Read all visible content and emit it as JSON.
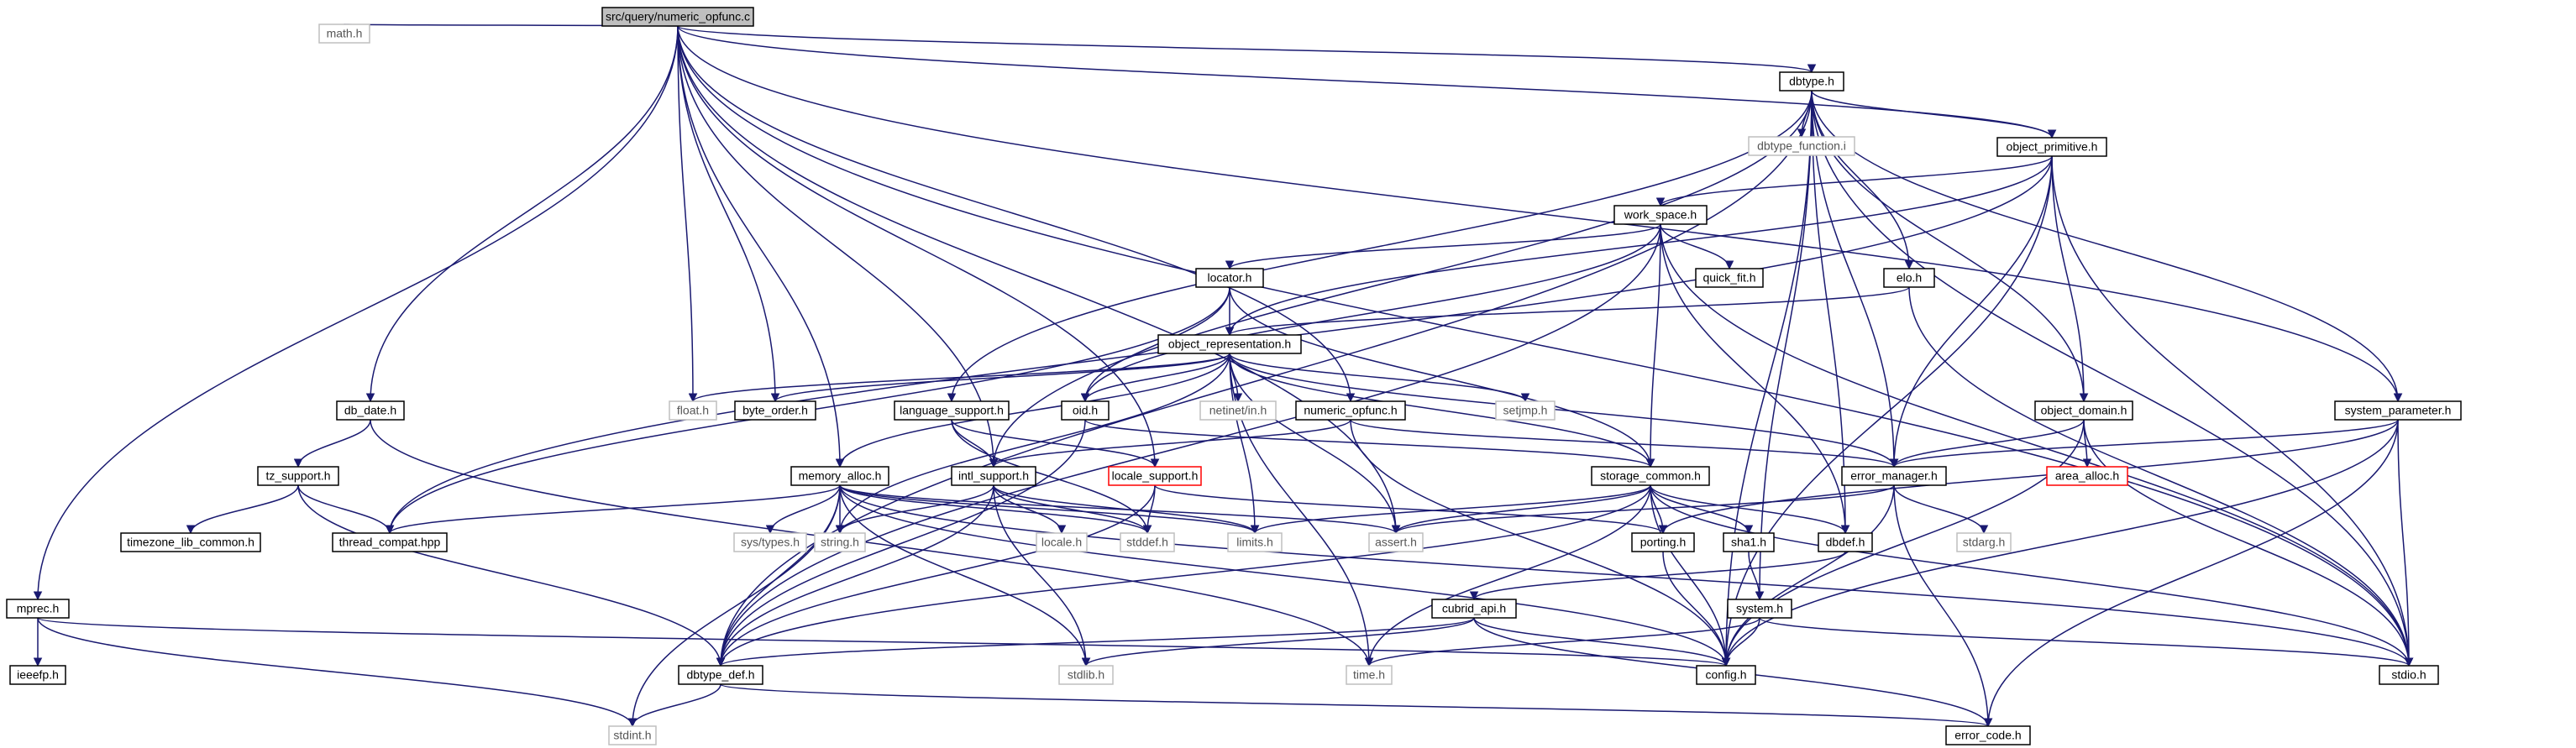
{
  "nodes": [
    {
      "id": "root",
      "label": "src/query/numeric_opfunc.c",
      "kind": "root"
    },
    {
      "id": "math",
      "label": "math.h",
      "kind": "sys"
    },
    {
      "id": "dbtype",
      "label": "dbtype.h",
      "kind": "local"
    },
    {
      "id": "dbtype_function",
      "label": "dbtype_function.i",
      "kind": "sys"
    },
    {
      "id": "object_primitive",
      "label": "object_primitive.h",
      "kind": "local"
    },
    {
      "id": "work_space",
      "label": "work_space.h",
      "kind": "local"
    },
    {
      "id": "quick_fit",
      "label": "quick_fit.h",
      "kind": "local"
    },
    {
      "id": "locator",
      "label": "locator.h",
      "kind": "local"
    },
    {
      "id": "elo",
      "label": "elo.h",
      "kind": "local"
    },
    {
      "id": "object_representation",
      "label": "object_representation.h",
      "kind": "local"
    },
    {
      "id": "db_date",
      "label": "db_date.h",
      "kind": "local"
    },
    {
      "id": "float",
      "label": "float.h",
      "kind": "sys"
    },
    {
      "id": "byte_order",
      "label": "byte_order.h",
      "kind": "local"
    },
    {
      "id": "language_support",
      "label": "language_support.h",
      "kind": "local"
    },
    {
      "id": "oid",
      "label": "oid.h",
      "kind": "local"
    },
    {
      "id": "netinet_in",
      "label": "netinet/in.h",
      "kind": "sys"
    },
    {
      "id": "setjmp",
      "label": "setjmp.h",
      "kind": "sys"
    },
    {
      "id": "numeric_opfunc",
      "label": "numeric_opfunc.h",
      "kind": "local"
    },
    {
      "id": "object_domain",
      "label": "object_domain.h",
      "kind": "local"
    },
    {
      "id": "system_parameter",
      "label": "system_parameter.h",
      "kind": "local"
    },
    {
      "id": "tz_support",
      "label": "tz_support.h",
      "kind": "local"
    },
    {
      "id": "memory_alloc",
      "label": "memory_alloc.h",
      "kind": "local"
    },
    {
      "id": "intl_support",
      "label": "intl_support.h",
      "kind": "local"
    },
    {
      "id": "locale_support",
      "label": "locale_support.h",
      "kind": "trunc"
    },
    {
      "id": "storage_common",
      "label": "storage_common.h",
      "kind": "local"
    },
    {
      "id": "error_manager",
      "label": "error_manager.h",
      "kind": "local"
    },
    {
      "id": "area_alloc",
      "label": "area_alloc.h",
      "kind": "trunc"
    },
    {
      "id": "timezone_lib_common",
      "label": "timezone_lib_common.h",
      "kind": "local"
    },
    {
      "id": "thread_compat",
      "label": "thread_compat.hpp",
      "kind": "local"
    },
    {
      "id": "sys_types",
      "label": "sys/types.h",
      "kind": "sys"
    },
    {
      "id": "string",
      "label": "string.h",
      "kind": "sys"
    },
    {
      "id": "locale",
      "label": "locale.h",
      "kind": "sys"
    },
    {
      "id": "stddef",
      "label": "stddef.h",
      "kind": "sys"
    },
    {
      "id": "limits",
      "label": "limits.h",
      "kind": "sys"
    },
    {
      "id": "assert",
      "label": "assert.h",
      "kind": "sys"
    },
    {
      "id": "porting",
      "label": "porting.h",
      "kind": "local"
    },
    {
      "id": "sha1",
      "label": "sha1.h",
      "kind": "local"
    },
    {
      "id": "dbdef",
      "label": "dbdef.h",
      "kind": "local"
    },
    {
      "id": "stdarg",
      "label": "stdarg.h",
      "kind": "sys"
    },
    {
      "id": "mprec",
      "label": "mprec.h",
      "kind": "local"
    },
    {
      "id": "ieeefp",
      "label": "ieeefp.h",
      "kind": "local"
    },
    {
      "id": "cubrid_api",
      "label": "cubrid_api.h",
      "kind": "local"
    },
    {
      "id": "system",
      "label": "system.h",
      "kind": "local"
    },
    {
      "id": "dbtype_def",
      "label": "dbtype_def.h",
      "kind": "local"
    },
    {
      "id": "stdlib",
      "label": "stdlib.h",
      "kind": "sys"
    },
    {
      "id": "time",
      "label": "time.h",
      "kind": "sys"
    },
    {
      "id": "config",
      "label": "config.h",
      "kind": "local"
    },
    {
      "id": "stdio",
      "label": "stdio.h",
      "kind": "local"
    },
    {
      "id": "stdint",
      "label": "stdint.h",
      "kind": "sys"
    },
    {
      "id": "error_code",
      "label": "error_code.h",
      "kind": "local"
    }
  ],
  "edges": [
    [
      "root",
      "math"
    ],
    [
      "root",
      "dbtype"
    ],
    [
      "root",
      "object_primitive"
    ],
    [
      "root",
      "db_date"
    ],
    [
      "root",
      "float"
    ],
    [
      "root",
      "byte_order"
    ],
    [
      "root",
      "memory_alloc"
    ],
    [
      "root",
      "intl_support"
    ],
    [
      "root",
      "numeric_opfunc"
    ],
    [
      "root",
      "assert"
    ],
    [
      "root",
      "system_parameter"
    ],
    [
      "root",
      "stdio"
    ],
    [
      "root",
      "mprec"
    ],
    [
      "root",
      "locale_support"
    ],
    [
      "dbtype",
      "dbtype_function"
    ],
    [
      "dbtype",
      "object_primitive"
    ],
    [
      "dbtype",
      "elo"
    ],
    [
      "dbtype",
      "object_domain"
    ],
    [
      "dbtype",
      "language_support"
    ],
    [
      "dbtype",
      "system_parameter"
    ],
    [
      "dbtype",
      "error_manager"
    ],
    [
      "dbtype",
      "dbdef"
    ],
    [
      "dbtype",
      "dbtype_def"
    ],
    [
      "dbtype",
      "config"
    ],
    [
      "dbtype",
      "system"
    ],
    [
      "dbtype",
      "stdio"
    ],
    [
      "dbtype",
      "intl_support"
    ],
    [
      "object_primitive",
      "work_space"
    ],
    [
      "object_primitive",
      "object_domain"
    ],
    [
      "object_primitive",
      "error_manager"
    ],
    [
      "object_primitive",
      "object_representation"
    ],
    [
      "object_primitive",
      "thread_compat"
    ],
    [
      "object_primitive",
      "config"
    ],
    [
      "object_primitive",
      "stdio"
    ],
    [
      "work_space",
      "locator"
    ],
    [
      "work_space",
      "quick_fit"
    ],
    [
      "work_space",
      "oid"
    ],
    [
      "work_space",
      "storage_common"
    ],
    [
      "work_space",
      "dbdef"
    ],
    [
      "work_space",
      "stdio"
    ],
    [
      "work_space",
      "dbtype_def"
    ],
    [
      "locator",
      "object_representation"
    ],
    [
      "locator",
      "oid"
    ],
    [
      "locator",
      "storage_common"
    ],
    [
      "locator",
      "thread_compat"
    ],
    [
      "elo",
      "object_representation"
    ],
    [
      "elo",
      "stdio"
    ],
    [
      "object_representation",
      "float"
    ],
    [
      "object_representation",
      "byte_order"
    ],
    [
      "object_representation",
      "oid"
    ],
    [
      "object_representation",
      "netinet_in"
    ],
    [
      "object_representation",
      "setjmp"
    ],
    [
      "object_representation",
      "storage_common"
    ],
    [
      "object_representation",
      "error_manager"
    ],
    [
      "object_representation",
      "memory_alloc"
    ],
    [
      "object_representation",
      "limits"
    ],
    [
      "object_representation",
      "assert"
    ],
    [
      "object_representation",
      "time"
    ],
    [
      "object_representation",
      "string"
    ],
    [
      "language_support",
      "intl_support"
    ],
    [
      "language_support",
      "locale_support"
    ],
    [
      "language_support",
      "stddef"
    ],
    [
      "oid",
      "storage_common"
    ],
    [
      "oid",
      "dbtype_def"
    ],
    [
      "numeric_opfunc",
      "intl_support"
    ],
    [
      "numeric_opfunc",
      "error_manager"
    ],
    [
      "numeric_opfunc",
      "config"
    ],
    [
      "object_domain",
      "error_manager"
    ],
    [
      "object_domain",
      "area_alloc"
    ],
    [
      "object_domain",
      "stdio"
    ],
    [
      "object_domain",
      "config"
    ],
    [
      "system_parameter",
      "error_manager"
    ],
    [
      "system_parameter",
      "porting"
    ],
    [
      "system_parameter",
      "config"
    ],
    [
      "system_parameter",
      "stdio"
    ],
    [
      "system_parameter",
      "error_code"
    ],
    [
      "db_date",
      "tz_support"
    ],
    [
      "db_date",
      "time"
    ],
    [
      "tz_support",
      "timezone_lib_common"
    ],
    [
      "tz_support",
      "thread_compat"
    ],
    [
      "tz_support",
      "dbtype_def"
    ],
    [
      "memory_alloc",
      "thread_compat"
    ],
    [
      "memory_alloc",
      "sys_types"
    ],
    [
      "memory_alloc",
      "string"
    ],
    [
      "memory_alloc",
      "stddef"
    ],
    [
      "memory_alloc",
      "limits"
    ],
    [
      "memory_alloc",
      "assert"
    ],
    [
      "memory_alloc",
      "dbtype_def"
    ],
    [
      "memory_alloc",
      "stdlib"
    ],
    [
      "memory_alloc",
      "stdint"
    ],
    [
      "memory_alloc",
      "config"
    ],
    [
      "memory_alloc",
      "stdio"
    ],
    [
      "intl_support",
      "locale"
    ],
    [
      "intl_support",
      "stddef"
    ],
    [
      "intl_support",
      "limits"
    ],
    [
      "intl_support",
      "string"
    ],
    [
      "intl_support",
      "stdlib"
    ],
    [
      "intl_support",
      "dbtype_def"
    ],
    [
      "locale_support",
      "stddef"
    ],
    [
      "locale_support",
      "porting"
    ],
    [
      "locale_support",
      "dbtype_def"
    ],
    [
      "storage_common",
      "limits"
    ],
    [
      "storage_common",
      "assert"
    ],
    [
      "storage_common",
      "porting"
    ],
    [
      "storage_common",
      "sha1"
    ],
    [
      "storage_common",
      "dbdef"
    ],
    [
      "storage_common",
      "dbtype_def"
    ],
    [
      "storage_common",
      "time"
    ],
    [
      "storage_common",
      "config"
    ],
    [
      "storage_common",
      "stdio"
    ],
    [
      "error_manager",
      "assert"
    ],
    [
      "error_manager",
      "stdarg"
    ],
    [
      "error_manager",
      "config"
    ],
    [
      "error_manager",
      "error_code"
    ],
    [
      "porting",
      "config"
    ],
    [
      "sha1",
      "system"
    ],
    [
      "dbdef",
      "cubrid_api"
    ],
    [
      "system",
      "time"
    ],
    [
      "system",
      "config"
    ],
    [
      "system",
      "stdio"
    ],
    [
      "cubrid_api",
      "dbtype_def"
    ],
    [
      "cubrid_api",
      "stdlib"
    ],
    [
      "cubrid_api",
      "config"
    ],
    [
      "cubrid_api",
      "error_code"
    ],
    [
      "mprec",
      "ieeefp"
    ],
    [
      "mprec",
      "stdint"
    ],
    [
      "mprec",
      "config"
    ],
    [
      "dbtype_def",
      "stdint"
    ],
    [
      "dbtype_def",
      "error_code"
    ]
  ]
}
